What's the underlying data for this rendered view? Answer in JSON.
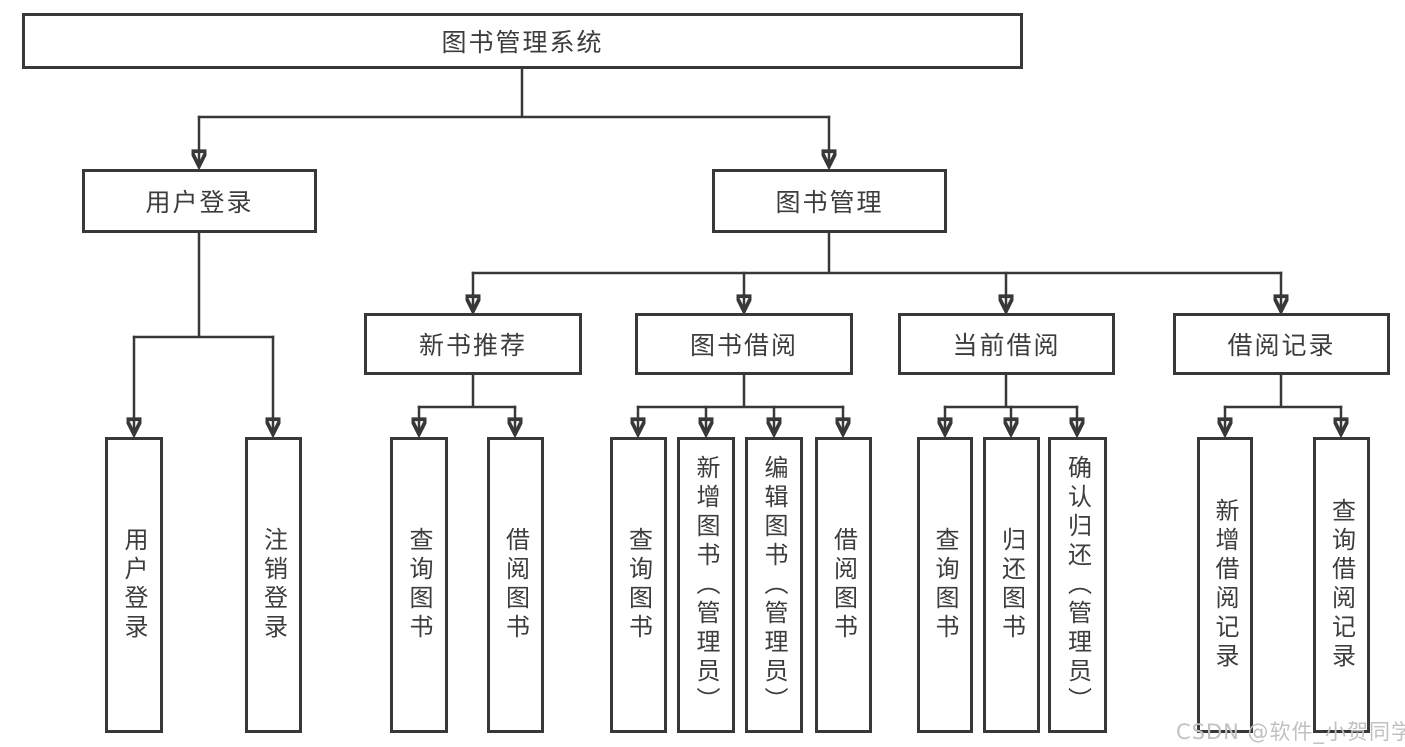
{
  "tree": {
    "label": "图书管理系统",
    "children": [
      {
        "label": "用户登录",
        "children": [
          {
            "label": "用户登录"
          },
          {
            "label": "注销登录"
          }
        ]
      },
      {
        "label": "图书管理",
        "children": [
          {
            "label": "新书推荐",
            "children": [
              {
                "label": "查询图书"
              },
              {
                "label": "借阅图书"
              }
            ]
          },
          {
            "label": "图书借阅",
            "children": [
              {
                "label": "查询图书"
              },
              {
                "label": "新增图书（管理员）"
              },
              {
                "label": "编辑图书（管理员）"
              },
              {
                "label": "借阅图书"
              }
            ]
          },
          {
            "label": "当前借阅",
            "children": [
              {
                "label": "查询图书"
              },
              {
                "label": "归还图书"
              },
              {
                "label": "确认归还（管理员）"
              }
            ]
          },
          {
            "label": "借阅记录",
            "children": [
              {
                "label": "新增借阅记录"
              },
              {
                "label": "查询借阅记录"
              }
            ]
          }
        ]
      }
    ]
  },
  "watermark": {
    "text": "CSDN @软件_小贺同学"
  },
  "colors": {
    "line": "#383838",
    "box_border": "#383838",
    "text": "#3d3d3d",
    "background": "#ffffff",
    "watermark": "#c2c1c1"
  }
}
